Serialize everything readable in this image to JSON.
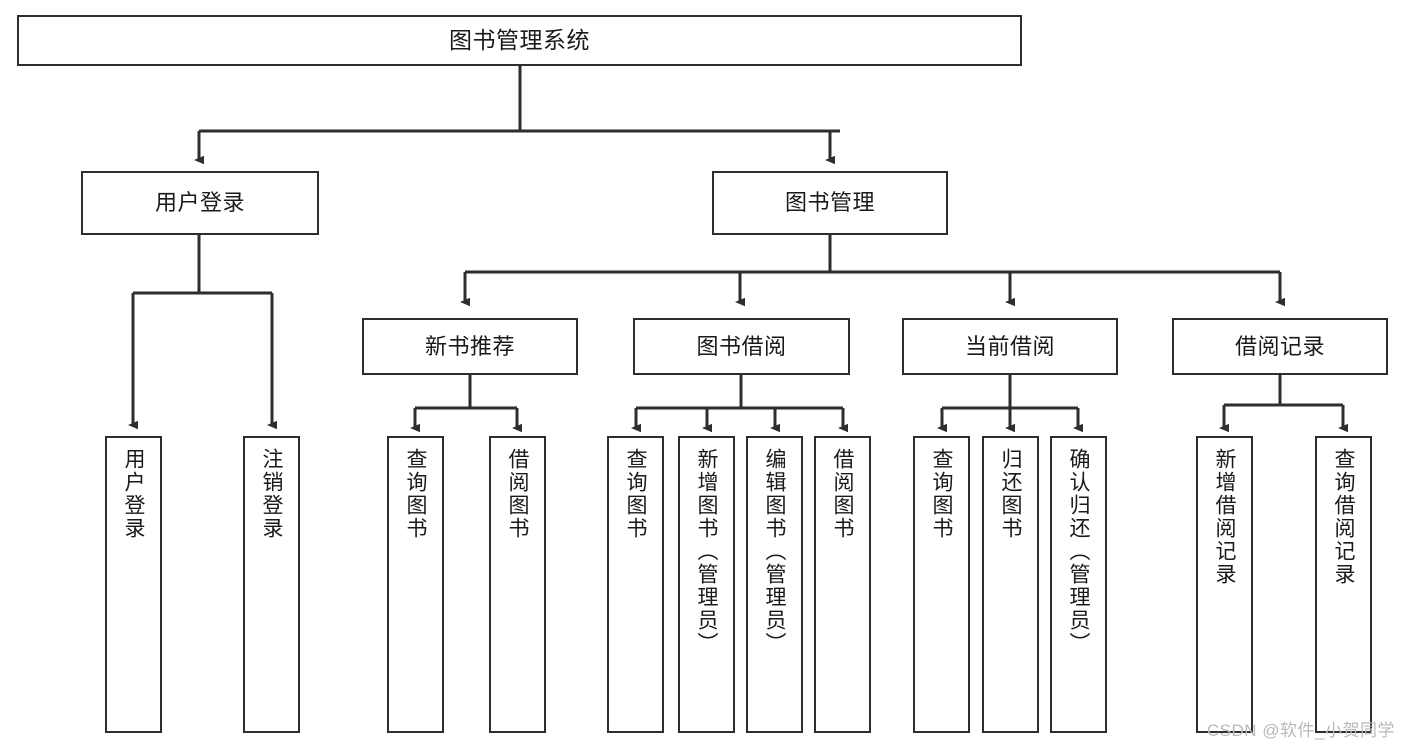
{
  "diagram": {
    "title": "图书管理系统",
    "watermark": "CSDN @软件_小贺同学",
    "colors": {
      "stroke": "#2e2e2e",
      "fill": "#ffffff",
      "text": "#1a1a1a",
      "watermark": "#b9b9b9"
    },
    "root": {
      "label": "图书管理系统"
    },
    "level1": [
      {
        "label": "用户登录"
      },
      {
        "label": "图书管理"
      }
    ],
    "level2": [
      {
        "label": "新书推荐"
      },
      {
        "label": "图书借阅"
      },
      {
        "label": "当前借阅"
      },
      {
        "label": "借阅记录"
      }
    ],
    "leaves_user_login": [
      {
        "label": "用户登录"
      },
      {
        "label": "注销登录"
      }
    ],
    "leaves_new_book": [
      {
        "label": "查询图书"
      },
      {
        "label": "借阅图书"
      }
    ],
    "leaves_borrow": [
      {
        "label": "查询图书"
      },
      {
        "label": "新增图书（管理员）"
      },
      {
        "label": "编辑图书（管理员）"
      },
      {
        "label": "借阅图书"
      }
    ],
    "leaves_current": [
      {
        "label": "查询图书"
      },
      {
        "label": "归还图书"
      },
      {
        "label": "确认归还（管理员）"
      }
    ],
    "leaves_record": [
      {
        "label": "新增借阅记录"
      },
      {
        "label": "查询借阅记录"
      }
    ]
  }
}
